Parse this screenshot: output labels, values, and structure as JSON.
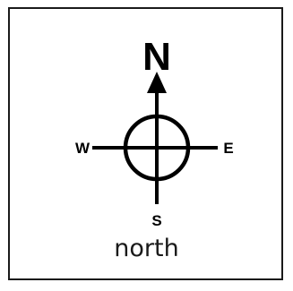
{
  "compass": {
    "north_label": "N",
    "south_label": "S",
    "east_label": "E",
    "west_label": "W",
    "stroke_color": "#000000"
  },
  "caption": {
    "text": "north"
  },
  "frame": {
    "border_color": "#1a1a1a"
  }
}
